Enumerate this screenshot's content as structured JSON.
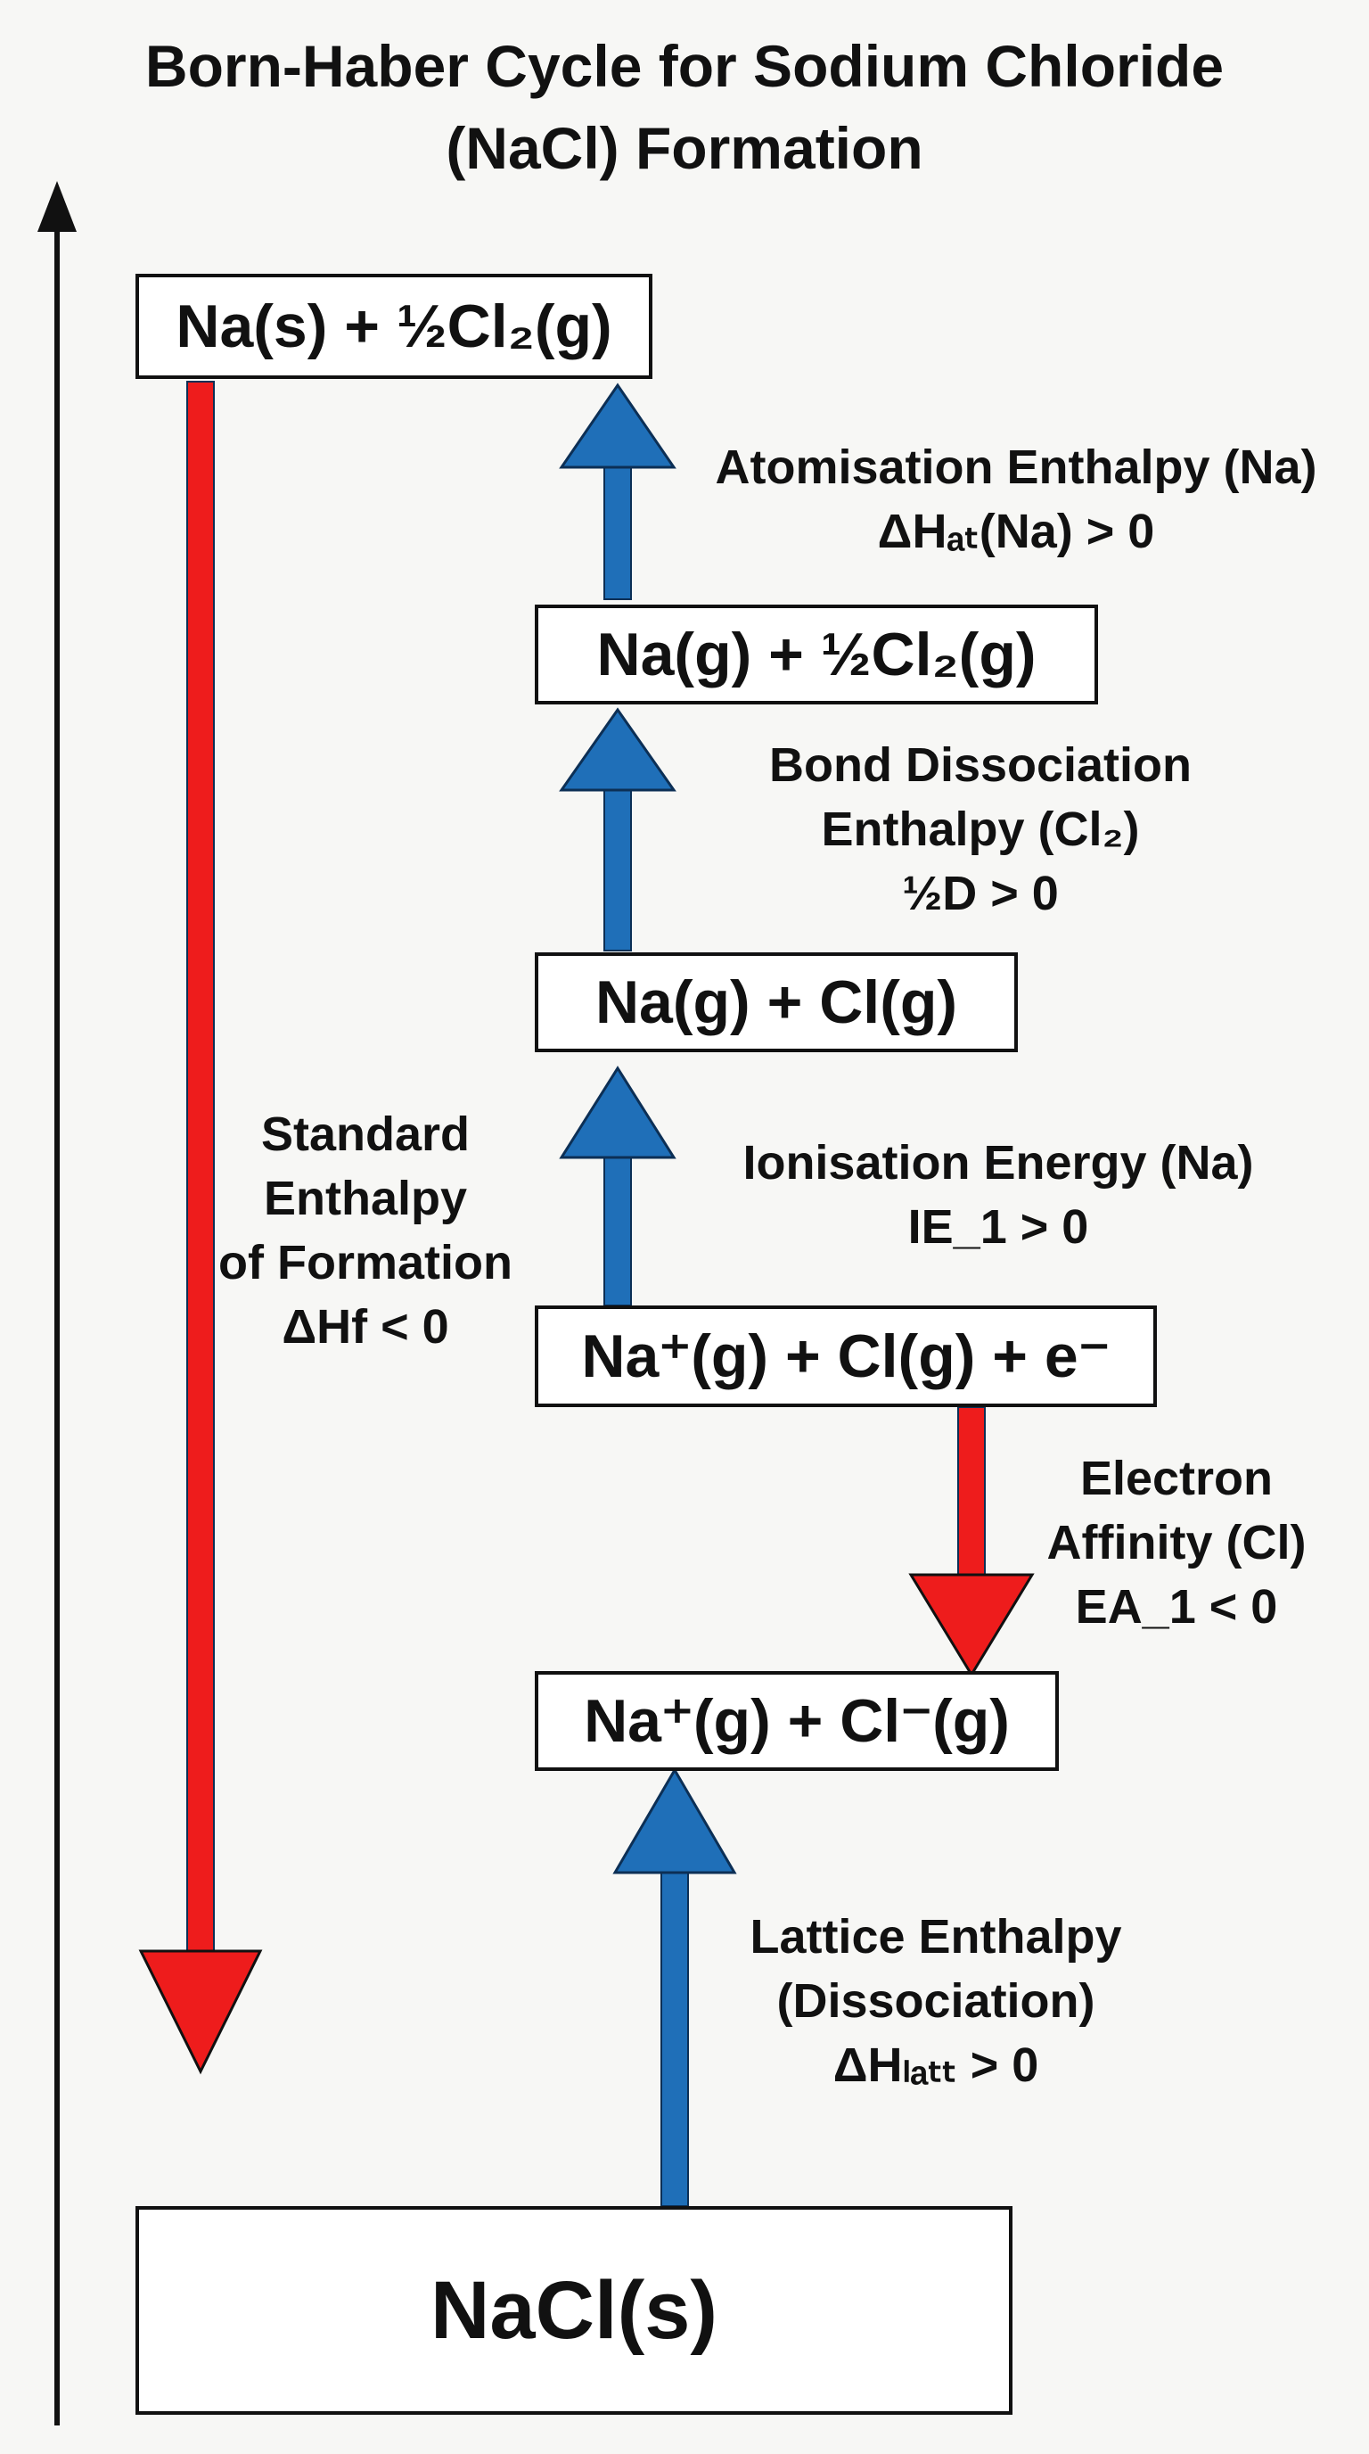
{
  "title": {
    "line1": "Born-Haber Cycle for Sodium Chloride",
    "line2": "(NaCl) Formation"
  },
  "states": {
    "top": "Na(s) + ½Cl₂(g)",
    "na_gas": "Na(g) + ½Cl₂(g)",
    "atoms": "Na(g) + Cl(g)",
    "ionised": "Na⁺(g) + Cl(g) + e⁻",
    "ions": "Na⁺(g) + Cl⁻(g)",
    "solid": "NaCl(s)"
  },
  "steps": {
    "atomisation": {
      "name": "Atomisation Enthalpy (Na)",
      "value": "ΔHₐₜ(Na) > 0"
    },
    "bond_dissociation": {
      "name_line1": "Bond Dissociation",
      "name_line2": "Enthalpy (Cl₂)",
      "value": "½D > 0"
    },
    "ionisation": {
      "name": "Ionisation Energy (Na)",
      "value": "IE_1 > 0"
    },
    "electron_affinity": {
      "name_line1": "Electron",
      "name_line2": "Affinity (Cl)",
      "value": "EA_1 < 0"
    },
    "lattice": {
      "name_line1": "Lattice Enthalpy",
      "name_line2": "(Dissociation)",
      "value": "ΔHₗₐₜₜ > 0"
    },
    "formation": {
      "name_line1": "Standard",
      "name_line2": "Enthalpy",
      "name_line3": "of Formation",
      "value": "ΔHf < 0"
    }
  },
  "colors": {
    "endothermic_arrow": "#1f6fb8",
    "exothermic_arrow": "#ee1c1c",
    "energy_axis": "#111111"
  }
}
